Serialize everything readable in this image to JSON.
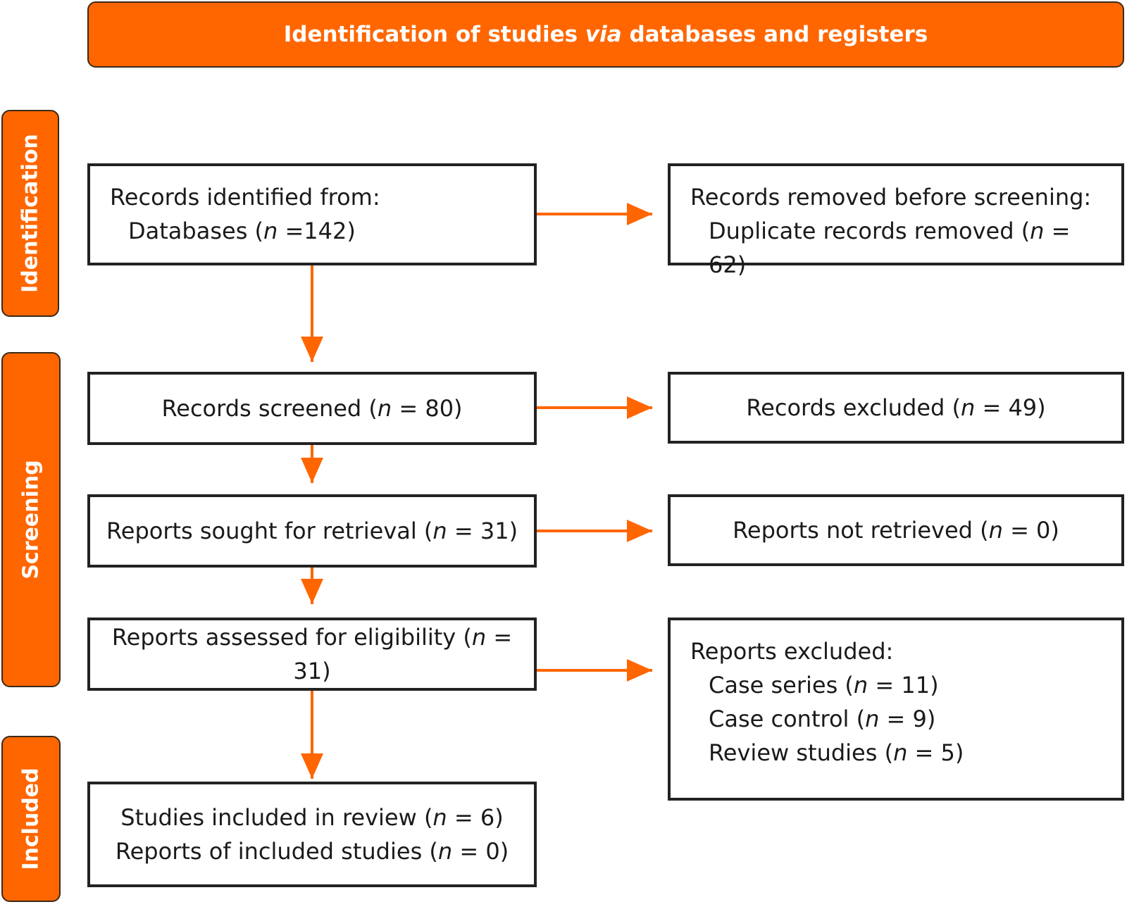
{
  "header": {
    "prefix": "Identification of studies ",
    "via": "via",
    "suffix": " databases and registers"
  },
  "phases": {
    "identification": "Identification",
    "screening": "Screening",
    "included": "Included"
  },
  "n_symbol": "n",
  "colors": {
    "accent": "#ff6600",
    "border": "#222222",
    "text": "#1a1a1a"
  },
  "boxes": {
    "records_identified": {
      "title": "Records identified from:",
      "line": {
        "pre": "Databases (",
        "post": " =142)"
      }
    },
    "records_removed": {
      "title": "Records removed before screening:",
      "line": {
        "pre": "Duplicate records removed (",
        "post": " = 62)"
      }
    },
    "records_screened": {
      "pre": "Records screened (",
      "post": " = 80)"
    },
    "records_excluded": {
      "pre": "Records excluded (",
      "post": " = 49)"
    },
    "reports_sought": {
      "pre": "Reports sought for retrieval (",
      "post": " = 31)"
    },
    "reports_not_retrieved": {
      "pre": "Reports not retrieved (",
      "post": " = 0)"
    },
    "reports_assessed": {
      "pre": "Reports assessed for eligibility (",
      "post": " = 31)"
    },
    "reports_excluded": {
      "title": "Reports excluded:",
      "items": [
        {
          "pre": "Case series (",
          "post": " = 11)"
        },
        {
          "pre": "Case control (",
          "post": " = 9)"
        },
        {
          "pre": "Review studies (",
          "post": " = 5)"
        }
      ]
    },
    "included": {
      "lines": [
        {
          "pre": "Studies included in review (",
          "post": " = 6)"
        },
        {
          "pre": "Reports of included studies (",
          "post": " = 0)"
        }
      ]
    }
  }
}
